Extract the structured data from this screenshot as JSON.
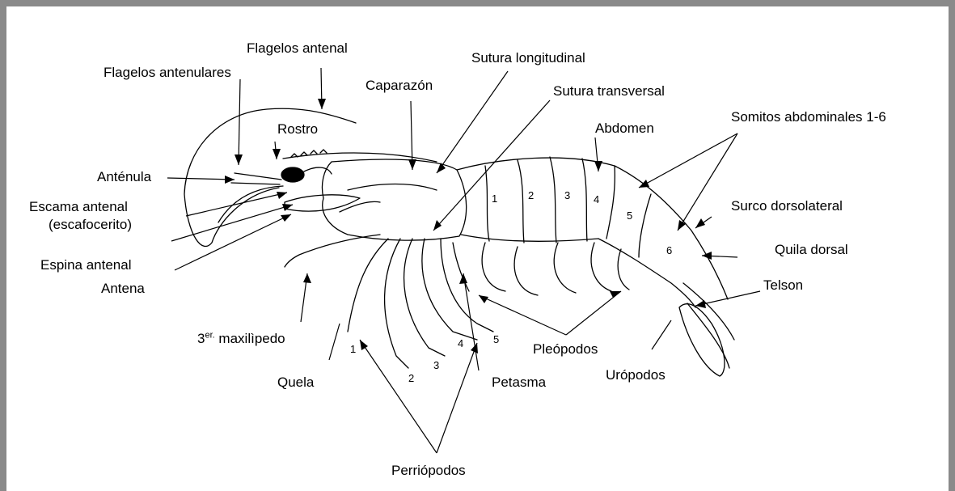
{
  "labels": {
    "flagelos_antenal": "Flagelos antenal",
    "flagelos_antenulares": "Flagelos antenulares",
    "caparazon": "Caparazón",
    "sutura_longitudinal": "Sutura longitudinal",
    "sutura_transversal": "Sutura transversal",
    "somitos_abdominales": "Somitos abdominales 1-6",
    "abdomen": "Abdomen",
    "rostro": "Rostro",
    "antenula": "Anténula",
    "escama_antenal": "Escama antenal",
    "escafocerito": "(escafocerito)",
    "surco_dorsolateral": "Surco dorsolateral",
    "quila_dorsal": "Quila dorsal",
    "espina_antenal": "Espina antenal",
    "antena": "Antena",
    "telson": "Telson",
    "maxilipedo_prefix": "3",
    "maxilipedo_sup": "er.",
    "maxilipedo_word": " maxilìpedo",
    "pleopodos": "Pleópodos",
    "quela": "Quela",
    "petasma": "Petasma",
    "uropodos": "Urópodos",
    "perriopodos": "Perriópodos"
  },
  "numbers": {
    "somites": [
      "1",
      "2",
      "3",
      "4",
      "5",
      "6"
    ],
    "legs": [
      "1",
      "2",
      "3",
      "4",
      "5"
    ]
  },
  "colors": {
    "frame": "#8a8a8a",
    "ink": "#000000",
    "background": "#ffffff"
  }
}
